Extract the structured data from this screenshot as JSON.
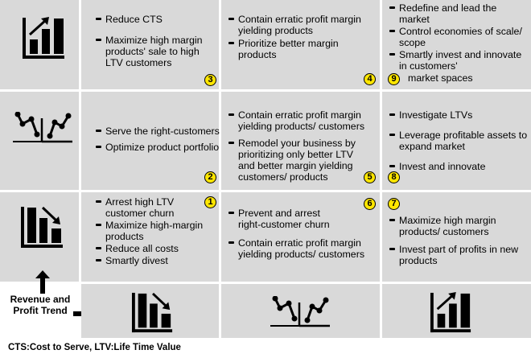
{
  "colors": {
    "cell_bg": "#d9d9d9",
    "badge_fill": "#ffe600",
    "text": "#000000"
  },
  "row_icons": {
    "top": "bar-chart-up-icon",
    "middle": "line-chart-erratic-icon",
    "bottom": "bar-chart-down-icon"
  },
  "column_icons": {
    "left": "bar-chart-down-icon",
    "middle": "line-chart-erratic-icon",
    "right": "bar-chart-up-icon"
  },
  "cells": {
    "r0c1": {
      "badge": "3",
      "items": [
        "Reduce CTS",
        "Maximize high margin products' sale to high LTV customers"
      ]
    },
    "r0c2": {
      "badge": "4",
      "items": [
        "Contain erratic profit margin yielding products",
        "Prioritize better margin products"
      ]
    },
    "r0c3": {
      "badge": "9",
      "items": [
        "Redefine and lead the market",
        "Control economies of scale/ scope",
        "Smartly invest and innovate in customers'",
        "market spaces"
      ]
    },
    "r1c1": {
      "badge": "2",
      "items": [
        "Serve the right-customers",
        "Optimize product portfolio"
      ]
    },
    "r1c2": {
      "badge": "5",
      "items": [
        "Contain erratic profit margin yielding products/ customers",
        "Remodel your business by prioritizing only better LTV and better margin yielding customers/ products"
      ]
    },
    "r1c3": {
      "badge": "8",
      "items": [
        "Investigate LTVs",
        "Leverage profitable assets to expand market",
        "Invest and innovate"
      ]
    },
    "r2c1": {
      "badge": "1",
      "items": [
        "Arrest high LTV customer churn",
        "Maximize high-margin products",
        "Reduce all costs",
        "Smartly divest"
      ]
    },
    "r2c2": {
      "badge": "6",
      "items": [
        "Prevent and arrest right-customer churn",
        "Contain erratic profit margin yielding products/ customers"
      ]
    },
    "r2c3": {
      "badge": "7",
      "items": [
        "Maximize high margin products/ customers",
        "Invest part of profits in new products"
      ]
    }
  },
  "axis_label": {
    "line1": "Revenue and",
    "line2": "Profit Trend"
  },
  "footer": "CTS:Cost to Serve, LTV:Life Time Value"
}
